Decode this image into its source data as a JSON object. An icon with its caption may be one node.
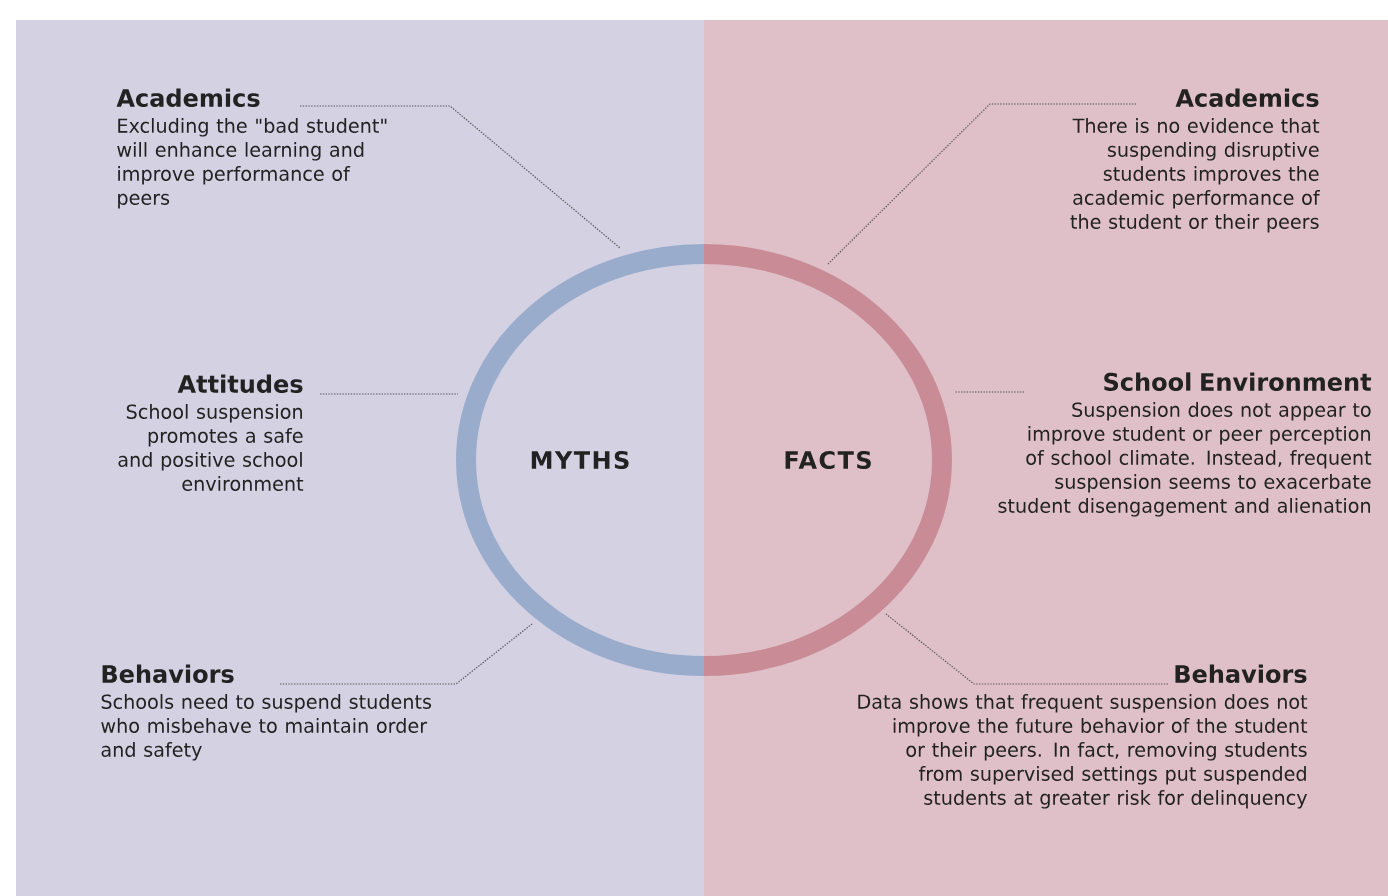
{
  "diagram": {
    "nodes": [
      {
        "text": [
          "MYTHS"
        ]
      },
      {
        "text": [
          "FACTS"
        ]
      },
      {
        "text": [
          "Academics",
          "Excluding the \"bad student\" will enhance learning and improve performance of peers"
        ]
      },
      {
        "text": [
          "Attitudes",
          "School suspension promotes a safe and positive school environment"
        ]
      },
      {
        "text": [
          "Behaviors",
          "Schools need to suspend students who misbehave to maintain order and safety"
        ]
      },
      {
        "text": [
          "Academics",
          "There is no evidence that suspending disruptive students improves the academic performance of the student or their peers"
        ]
      },
      {
        "text": [
          "School Environment",
          "Suspension does not appear to improve student or peer perception of school climate. Instead, frequent suspension seems to exacerbate student disengagement and alienation"
        ]
      },
      {
        "text": [
          "Behaviors",
          "Data shows that frequent suspension does not improve the future behavior of the student or their peers. In fact, removing students from supervised settings put suspended students at greater risk for delinquency"
        ]
      }
    ],
    "edges": [
      {
        "from": 2,
        "to": 0,
        "arrow": "none"
      },
      {
        "from": 3,
        "to": 0,
        "arrow": "none"
      },
      {
        "from": 4,
        "to": 0,
        "arrow": "none"
      },
      {
        "from": 5,
        "to": 1,
        "arrow": "none"
      },
      {
        "from": 6,
        "to": 1,
        "arrow": "none"
      },
      {
        "from": 7,
        "to": 1,
        "arrow": "none"
      }
    ]
  }
}
